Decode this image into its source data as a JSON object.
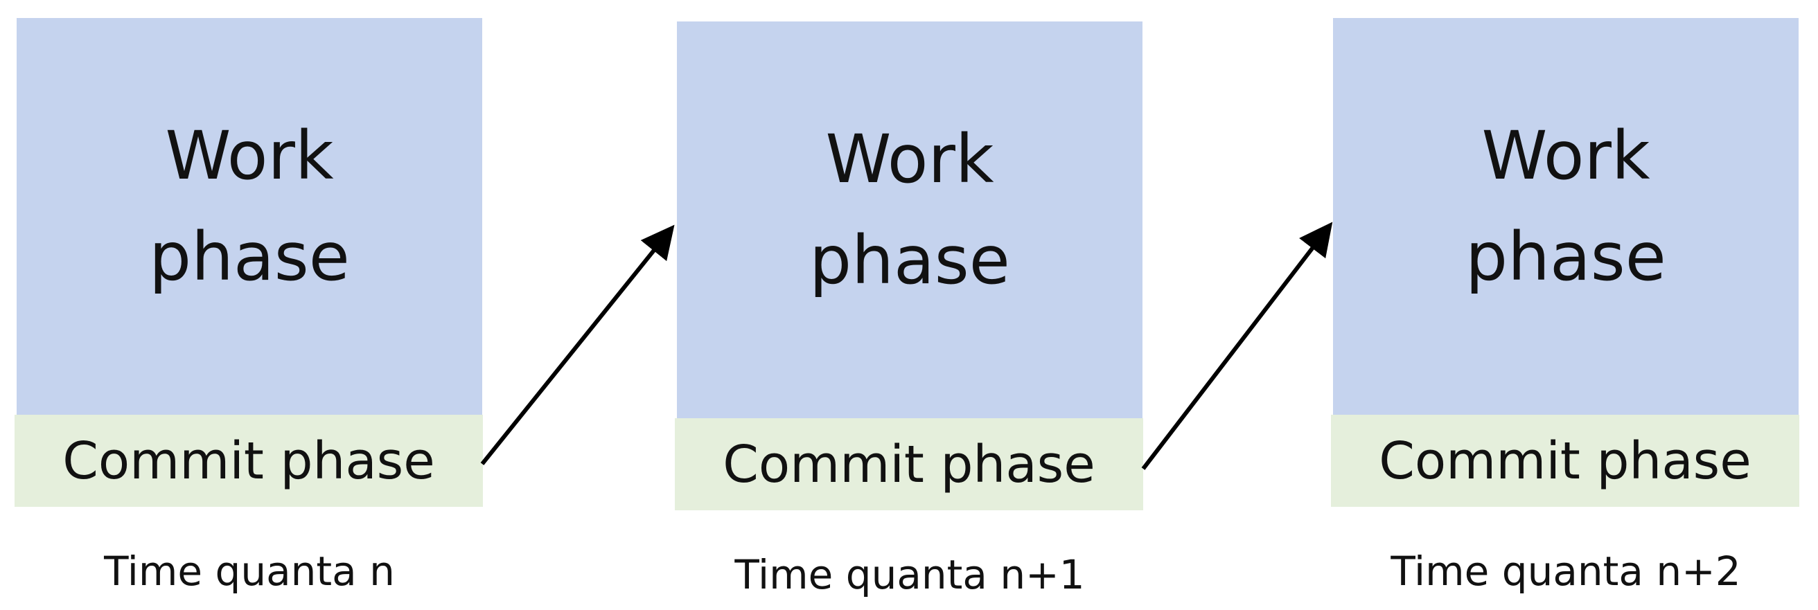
{
  "blocks": [
    {
      "work_line1": "Work",
      "work_line2": "phase",
      "commit": "Commit phase",
      "time": "Time quanta n"
    },
    {
      "work_line1": "Work",
      "work_line2": "phase",
      "commit": "Commit phase",
      "time": "Time quanta n+1"
    },
    {
      "work_line1": "Work",
      "work_line2": "phase",
      "commit": "Commit phase",
      "time": "Time quanta n+2"
    }
  ],
  "colors": {
    "work_fill": "#c5d3ee",
    "commit_fill": "#e5efdc",
    "arrow": "#000000"
  }
}
